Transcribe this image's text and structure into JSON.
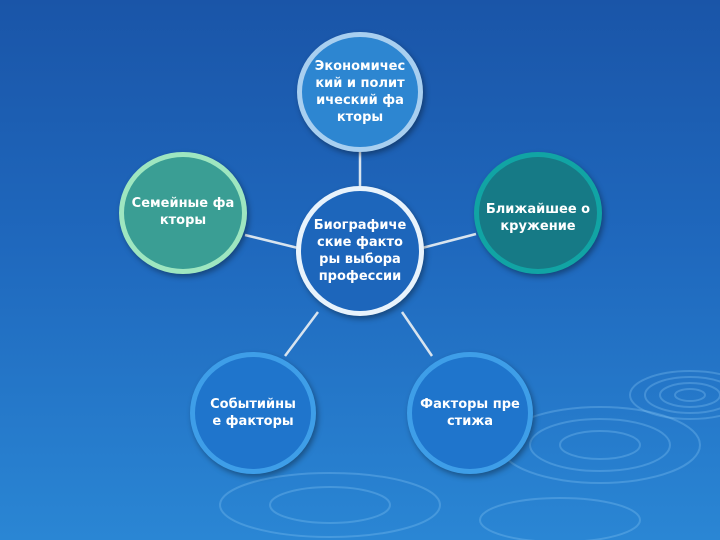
{
  "diagram": {
    "center": {
      "label": "Биографические факторы выбора профессии"
    },
    "nodes": {
      "top": {
        "label": "Экономический и политический факторы"
      },
      "left": {
        "label": "Семейные факторы"
      },
      "right": {
        "label": "Ближайшее окружение"
      },
      "bottom_left": {
        "label": "Событийные факторы"
      },
      "bottom_right": {
        "label": "Факторы престижа"
      }
    }
  },
  "colors": {
    "background": "#1f68bd",
    "connector": "#d8e4ef",
    "left_node_fill": "#3a9e94",
    "right_node_fill": "#167a86",
    "top_node_fill": "#2d86d1"
  }
}
